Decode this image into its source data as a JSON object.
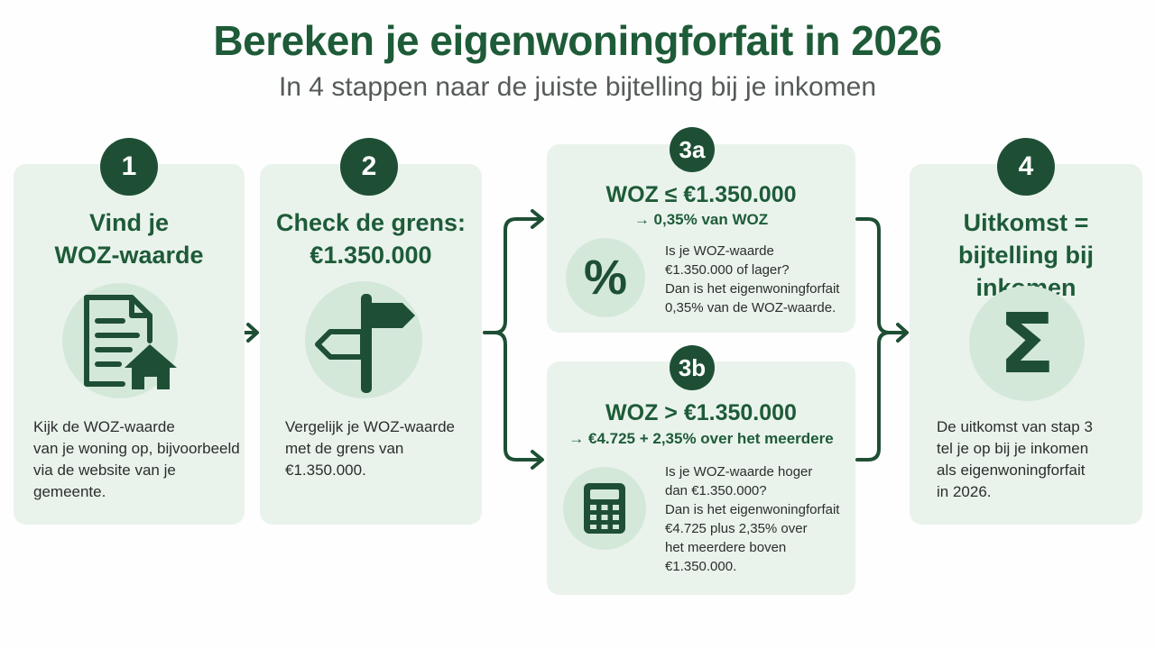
{
  "header": {
    "title": "Bereken je eigenwoningforfait in 2026",
    "subtitle": "In 4 stappen naar de juiste bijtelling bij je inkomen"
  },
  "steps": {
    "step1": {
      "badge": "1",
      "title_lines": [
        "Vind je",
        "WOZ-waarde"
      ],
      "icon": "document-house-icon",
      "text_lines": [
        "Kijk de WOZ-waarde",
        "van je woning op, bijvoorbeeld",
        "via de website van je",
        "gemeente."
      ]
    },
    "step2": {
      "badge": "2",
      "title_lines": [
        "Check de grens:",
        "€1.350.000"
      ],
      "icon": "signpost-icon",
      "text_lines": [
        "Vergelijk je WOZ-waarde",
        "met de grens van",
        "€1.350.000."
      ]
    },
    "step3a": {
      "badge": "3a",
      "title": "WOZ ≤ €1.350.000",
      "subtitle": "→ 0,35% van WOZ",
      "icon": "percent-icon",
      "icon_glyph": "%",
      "text_lines": [
        "Is je WOZ-waarde",
        "€1.350.000 of lager?",
        "Dan is het eigenwoningforfait",
        "0,35% van de WOZ-waarde."
      ]
    },
    "step3b": {
      "badge": "3b",
      "title": "WOZ > €1.350.000",
      "subtitle": "→ €4.725 + 2,35% over het meerdere",
      "icon": "calculator-icon",
      "text_lines": [
        "Is je WOZ-waarde hoger",
        "dan €1.350.000?",
        "Dan is het eigenwoningforfait",
        "€4.725 plus 2,35% over",
        "het meerdere boven",
        "€1.350.000."
      ]
    },
    "step4": {
      "badge": "4",
      "title_lines": [
        "Uitkomst =",
        "bijtelling bij inkomen"
      ],
      "icon": "sigma-icon",
      "icon_glyph": "Σ",
      "text_lines": [
        "De uitkomst van stap 3",
        "tel je op bij je inkomen",
        "als eigenwoningforfait",
        "in 2026."
      ]
    }
  },
  "colors": {
    "accent": "#1e5b38",
    "badge": "#1e4f35",
    "card": "#e9f3ec",
    "icon_circle": "#d4e8da"
  }
}
